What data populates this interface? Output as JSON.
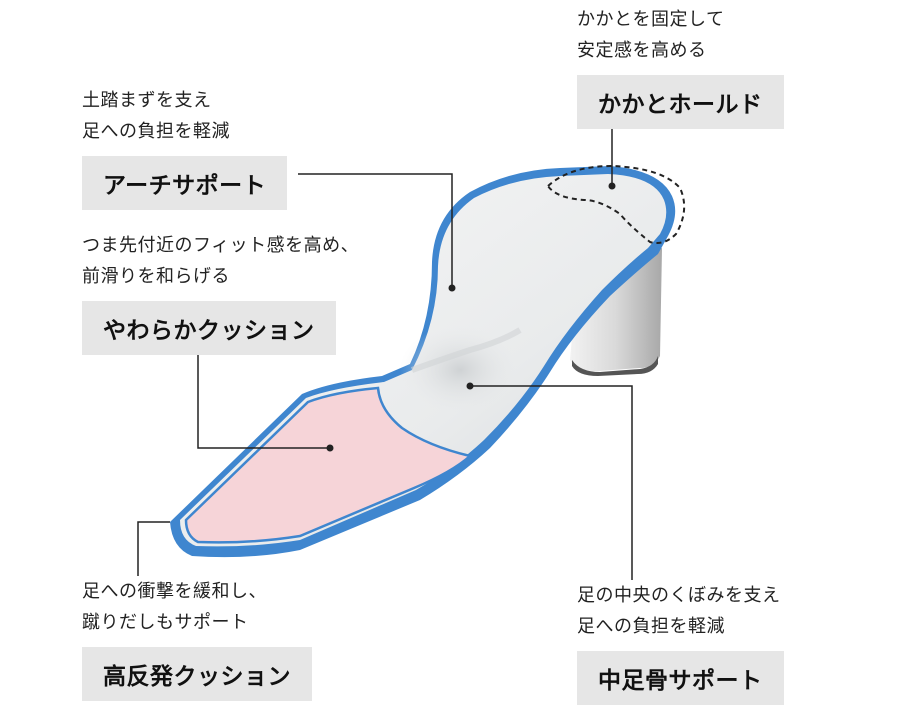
{
  "callouts": {
    "heel_hold": {
      "desc_lines": [
        "かかとを固定して",
        "安定感を高める"
      ],
      "label": "かかとホールド"
    },
    "arch_support": {
      "desc_lines": [
        "土踏まずを支え",
        "足への負担を軽減"
      ],
      "label": "アーチサポート"
    },
    "soft_cushion": {
      "desc_lines": [
        "つま先付近のフィット感を高め、",
        "前滑りを和らげる"
      ],
      "label": "やわらかクッション"
    },
    "rebound_cushion": {
      "desc_lines": [
        "足への衝撃を緩和し、",
        "蹴りだしもサポート"
      ],
      "label": "高反発クッション"
    },
    "metatarsal_support": {
      "desc_lines": [
        "足の中央のくぼみを支え",
        "足への負担を軽減"
      ],
      "label": "中足骨サポート"
    }
  },
  "colors": {
    "insole_edge": "#3f86cf",
    "insole_body": "#e9ebec",
    "toe_pad": "#f6d4d8",
    "heel_block": "#c9c9c9",
    "label_bg": "#e6e6e6",
    "leader_line": "#222222"
  }
}
